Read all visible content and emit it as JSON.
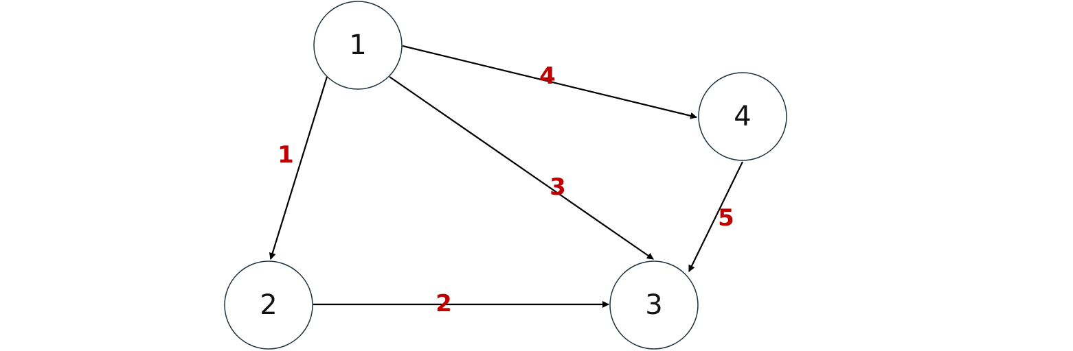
{
  "graph": {
    "nodes": [
      {
        "id": "1",
        "label": "1"
      },
      {
        "id": "2",
        "label": "2"
      },
      {
        "id": "3",
        "label": "3"
      },
      {
        "id": "4",
        "label": "4"
      }
    ],
    "edges": [
      {
        "from": "1",
        "to": "2",
        "weight": "1"
      },
      {
        "from": "1",
        "to": "3",
        "weight": "3"
      },
      {
        "from": "1",
        "to": "4",
        "weight": "4"
      },
      {
        "from": "2",
        "to": "3",
        "weight": "2"
      },
      {
        "from": "4",
        "to": "3",
        "weight": "5"
      }
    ]
  },
  "colors": {
    "edge_weight": "#c00000",
    "edge": "#000000",
    "node_stroke": "#1f3340"
  }
}
